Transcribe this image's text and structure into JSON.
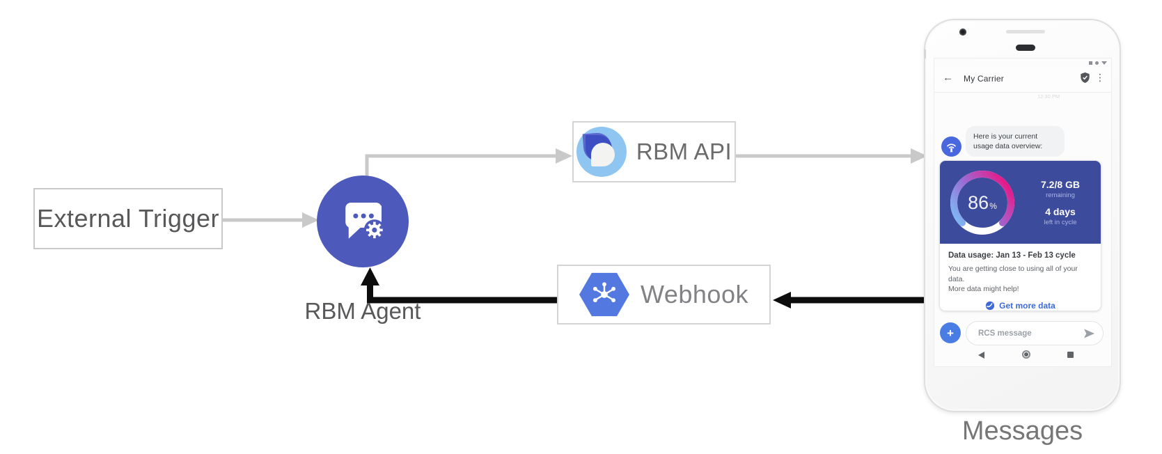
{
  "diagram": {
    "external_trigger_label": "External Trigger",
    "rbm_agent_label": "RBM Agent",
    "rbm_api_label": "RBM API",
    "webhook_label": "Webhook",
    "phone_caption": "Messages",
    "icons": {
      "rbm_agent": "chat-bubble-gear-icon",
      "rbm_api": "layered-teardrop-logo",
      "webhook": "cloud-hexagon-hub-icon"
    }
  },
  "phone": {
    "status_bar": {
      "icons": [
        "square",
        "circle",
        "triangle-down"
      ]
    },
    "header": {
      "back_icon": "arrow-left-icon",
      "title": "My Carrier",
      "verified_icon": "shield-check-icon",
      "menu_icon": "kebab-menu-icon",
      "menu_glyph": "⋮",
      "back_glyph": "←"
    },
    "conversation": {
      "timestamp": "12:30 PM",
      "agent_avatar_icon": "carrier-broadcast-icon",
      "agent_message": "Here is your current usage data overview:"
    },
    "usage_card": {
      "percent_value": "86",
      "percent_unit": "%",
      "remaining_value": "7.2/8 GB",
      "remaining_label": "remaining",
      "cycle_value": "4 days",
      "cycle_label": "left in cycle",
      "title": "Data usage: Jan 13 - Feb 13 cycle",
      "body_line1": "You are getting close to using all of your data.",
      "body_line2": "More data might help!",
      "action_icon": "globe-icon",
      "action_label": "Get more data"
    },
    "composer": {
      "plus_glyph": "+",
      "placeholder": "RCS message",
      "send_icon": "send-icon"
    },
    "nav_icons": [
      "back-triangle",
      "home-circle",
      "overview-square"
    ]
  },
  "colors": {
    "agent_circle": "#4d5abc",
    "usage_card_bg": "#3d4b9d",
    "gauge_gradient_start": "#7fb4f2",
    "gauge_gradient_mid": "#9b6ad4",
    "gauge_gradient_end": "#ed0f7e",
    "webhook_hexagon": "#5379e0",
    "rbm_api_light_blue": "#8ec5f1",
    "rbm_api_dark_blue": "#3c4ec2",
    "avatar_blue": "#4a68dd",
    "plus_button_blue": "#4a7de4",
    "action_link_blue": "#3e6ad8",
    "connector_gray": "#c9c9c9",
    "connector_black": "#0d0d0d"
  }
}
